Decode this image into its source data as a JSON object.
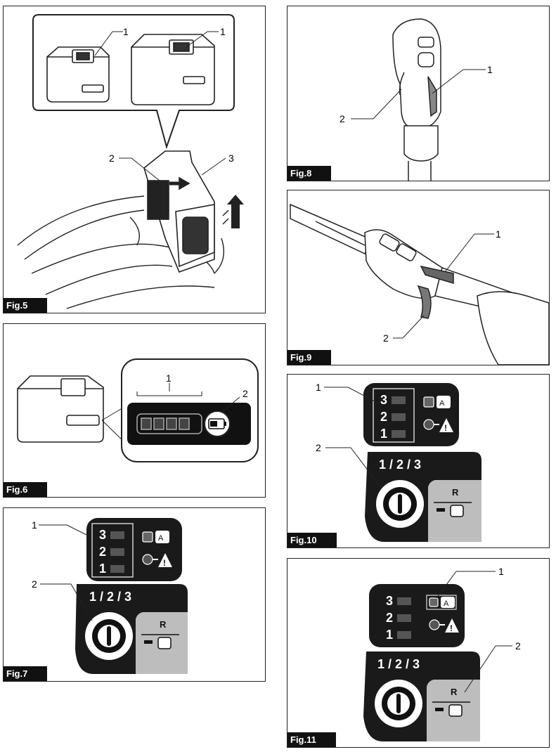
{
  "figures": {
    "fig5": {
      "label": "Fig.5",
      "callouts": [
        "1",
        "1",
        "2",
        "3"
      ]
    },
    "fig6": {
      "label": "Fig.6",
      "callouts": [
        "1",
        "2"
      ]
    },
    "fig7": {
      "label": "Fig.7",
      "callouts": [
        "1",
        "2"
      ]
    },
    "fig8": {
      "label": "Fig.8",
      "callouts": [
        "1",
        "2"
      ]
    },
    "fig9": {
      "label": "Fig.9",
      "callouts": [
        "1",
        "2"
      ]
    },
    "fig10": {
      "label": "Fig.10",
      "callouts": [
        "1",
        "2"
      ]
    },
    "fig11": {
      "label": "Fig.11",
      "callouts": [
        "1",
        "2"
      ]
    }
  },
  "panel": {
    "speed_levels": [
      "3",
      "2",
      "1"
    ],
    "mode_text": "1 / 2 / 3",
    "reverse_symbol": "R",
    "auto_symbol": "A",
    "warning_symbol": "!"
  },
  "colors": {
    "panel_black": "#1a1a1a",
    "panel_gray": "#bdbdbd",
    "led_gray": "#555555"
  }
}
